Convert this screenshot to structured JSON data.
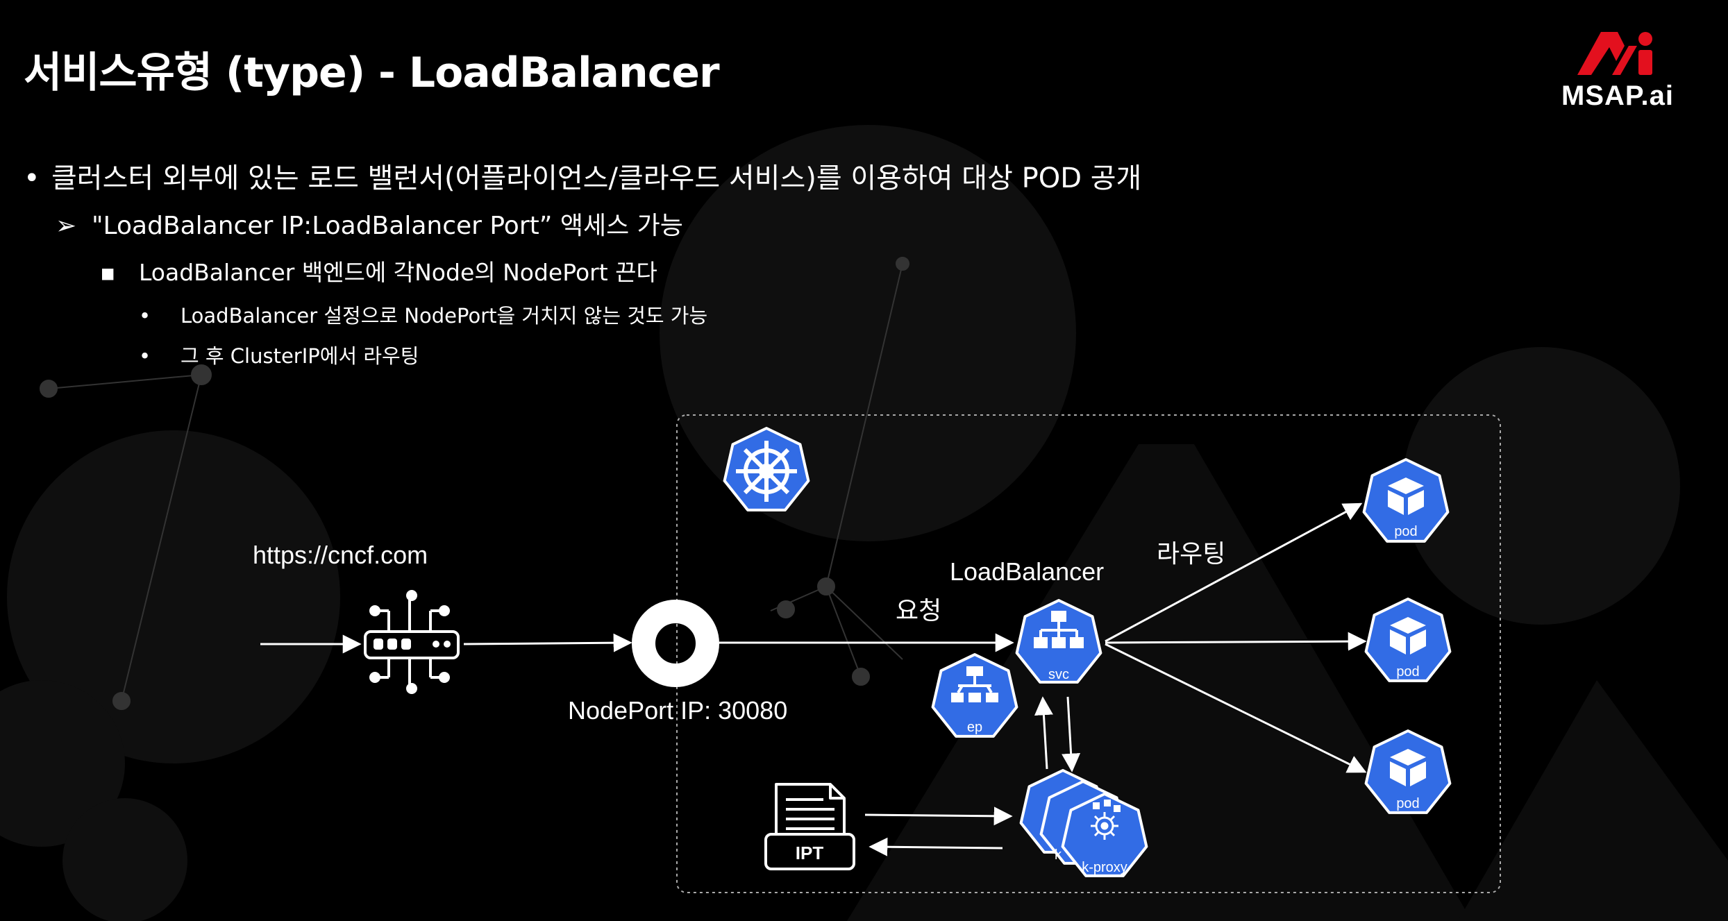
{
  "title": "서비스유형 (type) - LoadBalancer",
  "logo": {
    "text": "MSAP.ai",
    "accent": "#e3101e"
  },
  "bullets": {
    "b1": {
      "marker": "•",
      "text": "클러스터 외부에 있는 로드 밸런서(어플라이언스/클라우드 서비스)를 이용하여 대상 POD 공개"
    },
    "b2": {
      "marker": "➢",
      "text": "\"LoadBalancer IP:LoadBalancer Port” 액세스 가능"
    },
    "b3": {
      "marker": "▪",
      "text": "LoadBalancer 백엔드에 각Node의 NodePort 끈다"
    },
    "b4a": {
      "marker": "•",
      "text": "LoadBalancer 설정으로 NodePort을 거치지 않는 것도 가능"
    },
    "b4b": {
      "marker": "•",
      "text": "그 후 ClusterIP에서 라우팅"
    }
  },
  "diagram": {
    "url_label": "https://cncf.com",
    "nodeport_label": "NodePort IP: 30080",
    "request_label": "요청",
    "lb_label": "LoadBalancer",
    "routing_label": "라우팅",
    "svc_label": "svc",
    "ep_label": "ep",
    "pod_label": "pod",
    "iptables_label": "IPT",
    "kproxy_label": "k-proxy",
    "kproxy_partial": "k",
    "k8s_blue": "#326ce5"
  }
}
